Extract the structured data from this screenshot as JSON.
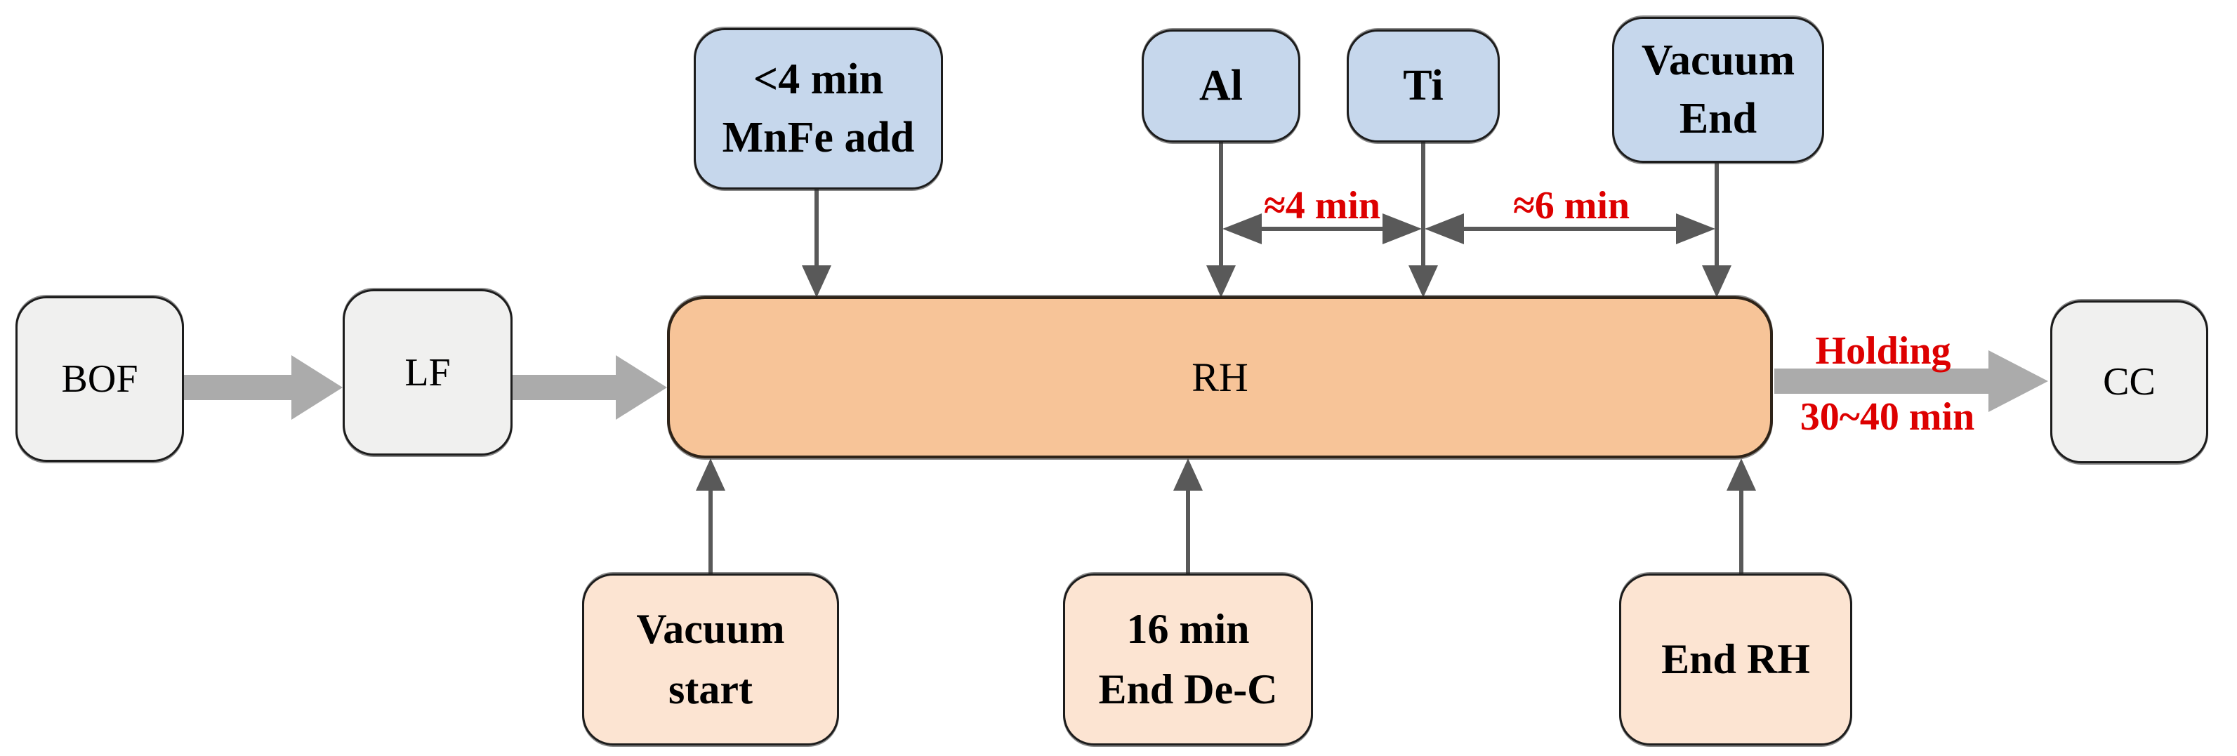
{
  "diagram": {
    "boxes": {
      "bof": {
        "label": "BOF"
      },
      "lf": {
        "label": "LF"
      },
      "rh": {
        "label": "RH"
      },
      "cc": {
        "label": "CC"
      },
      "mnfe_add": {
        "line1": "<4 min",
        "line2": "MnFe add"
      },
      "al": {
        "label": "Al"
      },
      "ti": {
        "label": "Ti"
      },
      "vacuum_end": {
        "line1": "Vacuum",
        "line2": "End"
      },
      "vacuum_start": {
        "line1": "Vacuum",
        "line2": "start"
      },
      "end_de_c": {
        "line1": "16 min",
        "line2": "End De-C"
      },
      "end_rh": {
        "label": "End RH"
      }
    },
    "annotations": {
      "al_ti_interval": "≈4 min",
      "ti_vacuum_end_interval": "≈6 min",
      "holding_line1": "Holding",
      "holding_line2": "30~40 min"
    },
    "colors": {
      "process_box_fill": "#f0f0ef",
      "addition_box_fill": "#c6d7ec",
      "event_box_fill": "#fce4d2",
      "rh_box_fill": "#f7c498",
      "annotation_red": "#dd0000",
      "thick_arrow_gray": "#ababab",
      "thin_arrow_gray": "#595959",
      "border_dark": "#1c1c1c"
    }
  }
}
